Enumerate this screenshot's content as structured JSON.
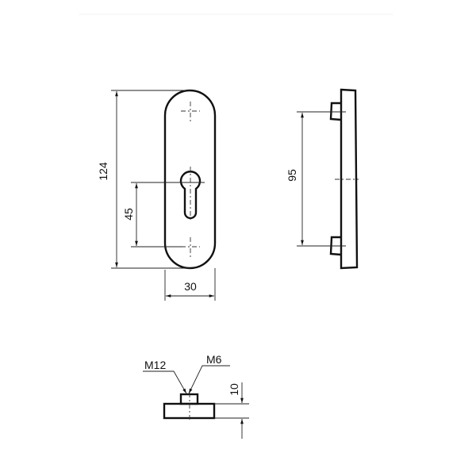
{
  "drawing": {
    "front_view": {
      "dim_height": "124",
      "dim_hole_to_cylinder": "45",
      "dim_width": "30"
    },
    "side_view": {
      "dim_hole_spacing": "95"
    },
    "bottom_view": {
      "thread_large": "M12",
      "thread_small": "M6",
      "dim_thickness": "10"
    },
    "colors": {
      "line": "#111111",
      "background": "#ffffff"
    }
  }
}
